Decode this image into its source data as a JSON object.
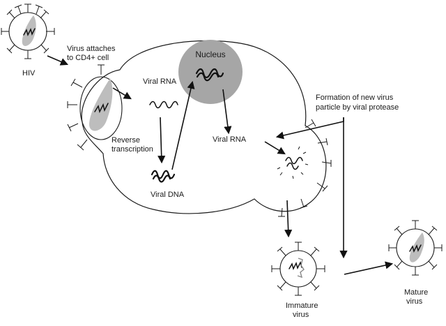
{
  "labels": {
    "hiv": "HIV",
    "attach_line1": "Virus attaches",
    "attach_line2": "to CD4+ cell",
    "nucleus": "Nucleus",
    "viral_rna_top": "Viral RNA",
    "viral_rna_mid": "Viral RNA",
    "reverse_line1": "Reverse",
    "reverse_line2": "transcription",
    "viral_dna": "Viral DNA",
    "formation_line1": "Formation of new virus",
    "formation_line2": "particle by viral protease",
    "immature_line1": "Immature",
    "immature_line2": "virus",
    "mature_line1": "Mature",
    "mature_line2": "virus"
  },
  "colors": {
    "nucleus_fill": "#a6a6a6",
    "capsid_fill": "#bdbdbd",
    "outline": "#1a1a1a"
  }
}
